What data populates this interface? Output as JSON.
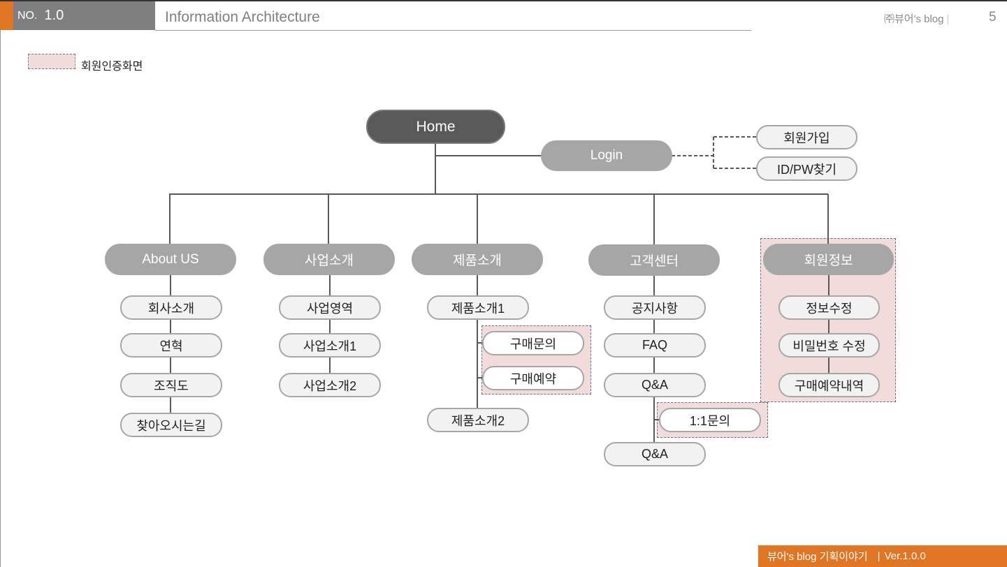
{
  "header": {
    "no_label": "NO.",
    "no_number": "1.0",
    "title": "Information Architecture",
    "brand": "㈜뷰어's blog",
    "brand_sep": "|",
    "page_number": "5"
  },
  "legend": {
    "label": "회원인증화면",
    "color": "#f2dcdb"
  },
  "diagram": {
    "root": "Home",
    "login": "Login",
    "login_children": [
      "회원가입",
      "ID/PW찾기"
    ],
    "categories": {
      "about": "About US",
      "business": "사업소개",
      "product": "제품소개",
      "support": "고객센터",
      "member": "회원정보"
    },
    "about_items": [
      "회사소개",
      "연혁",
      "조직도",
      "찾아오시는길"
    ],
    "business_items": [
      "사업영역",
      "사업소개1",
      "사업소개2"
    ],
    "product_items": [
      "제품소개1",
      "제품소개2"
    ],
    "product_auth_items": [
      "구매문의",
      "구매예약"
    ],
    "support_items": [
      "공지사항",
      "FAQ",
      "Q&A",
      "Q&A"
    ],
    "support_auth_items": [
      "1:1문의"
    ],
    "member_items": [
      "정보수정",
      "비밀번호 수정",
      "구매예약내역"
    ]
  },
  "footer": {
    "text": "뷰어's blog 기획이야기",
    "sep": "|",
    "version": "Ver.1.0.0"
  },
  "colors": {
    "accent": "#e07524",
    "root_fill": "#595959",
    "category_fill": "#a6a6a6",
    "leaf_fill": "#f2f2f2",
    "auth_fill": "#f2dcdb",
    "line": "#595959"
  }
}
